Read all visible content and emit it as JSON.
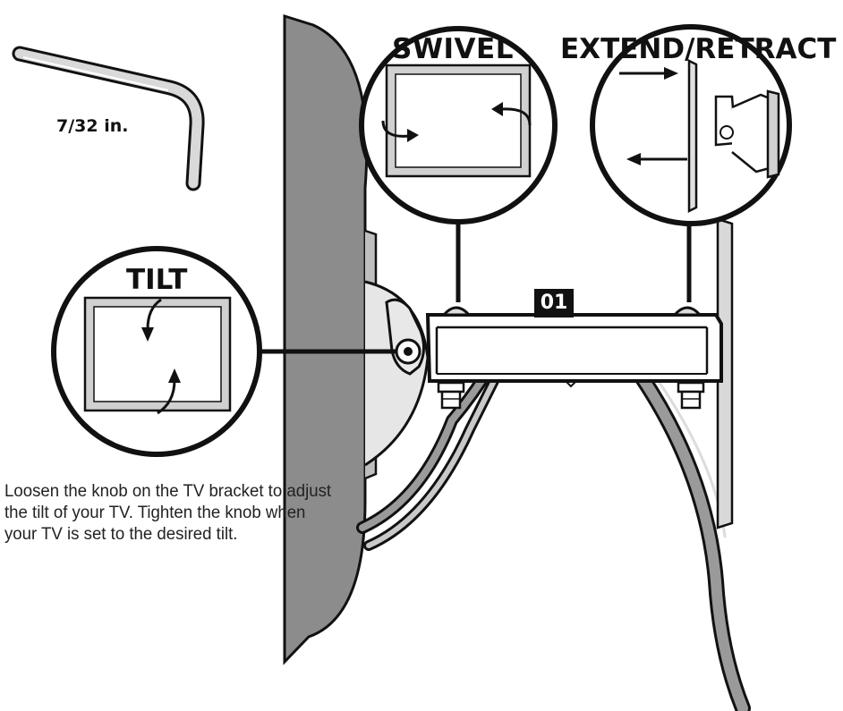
{
  "callouts": {
    "swivel": "SWIVEL",
    "extend_retract": "EXTEND/RETRACT",
    "tilt": "TILT"
  },
  "tool": {
    "size_label": "7/32 in.",
    "icon": "hex-key-icon"
  },
  "step": {
    "number": "01"
  },
  "instruction": "Loosen the knob on the TV bracket to adjust the tilt of your TV. Tighten the knob when your TV is set to the desired tilt.",
  "colors": {
    "wall": "#8c8c8c",
    "ink": "#111111",
    "cable": "#9a9a9a"
  }
}
